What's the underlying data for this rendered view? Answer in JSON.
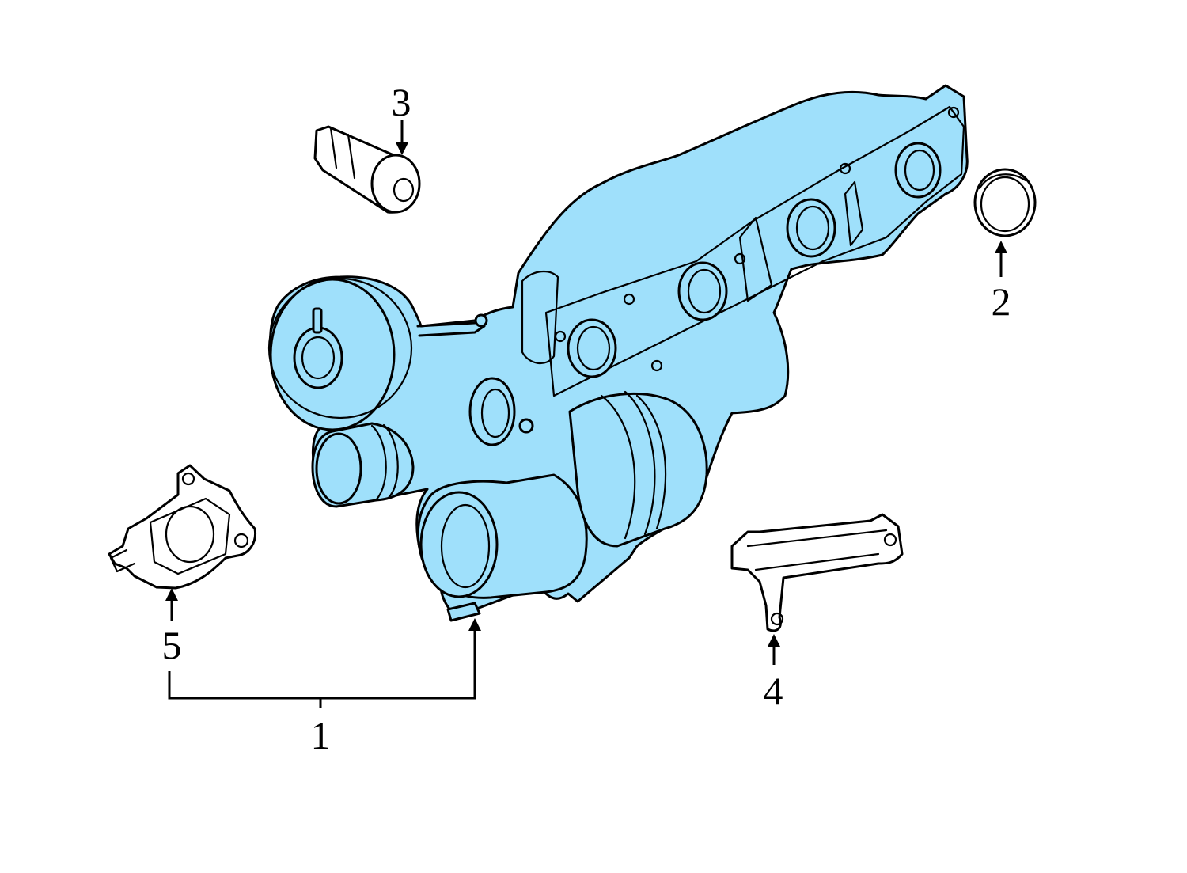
{
  "colors": {
    "highlight": "#9fe0fb",
    "line": "#000000",
    "background": "#ffffff"
  },
  "callouts": {
    "c1": "1",
    "c2": "2",
    "c3": "3",
    "c4": "4",
    "c5": "5"
  }
}
